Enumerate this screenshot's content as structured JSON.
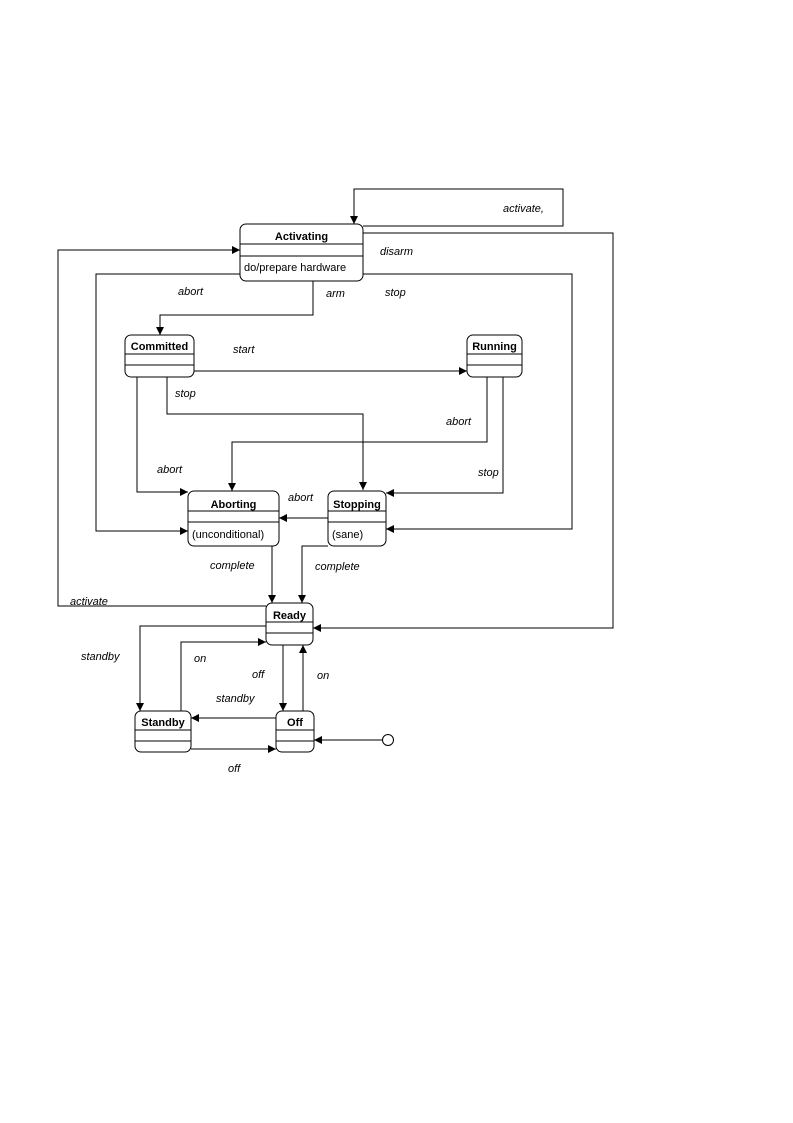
{
  "states": {
    "activating": {
      "name": "Activating",
      "action": "do/prepare hardware"
    },
    "committed": {
      "name": "Committed",
      "action": ""
    },
    "running": {
      "name": "Running",
      "action": ""
    },
    "aborting": {
      "name": "Aborting",
      "action": "(unconditional)"
    },
    "stopping": {
      "name": "Stopping",
      "action": "(sane)"
    },
    "ready": {
      "name": "Ready",
      "action": ""
    },
    "standby": {
      "name": "Standby",
      "action": ""
    },
    "off": {
      "name": "Off",
      "action": ""
    }
  },
  "transitions": {
    "activate_self": "activate,",
    "disarm": "disarm",
    "abort_activating": "abort",
    "arm": "arm",
    "stop_activating": "stop",
    "start": "start",
    "stop_committed": "stop",
    "abort_running": "abort",
    "abort_committed": "abort",
    "stop_running": "stop",
    "abort_stopping": "abort",
    "complete_aborting": "complete",
    "complete_stopping": "complete",
    "activate_ready": "activate",
    "standby_ready": "standby",
    "on_standby": "on",
    "off_ready": "off",
    "on_off": "on",
    "standby_off": "standby",
    "off_standby": "off"
  }
}
